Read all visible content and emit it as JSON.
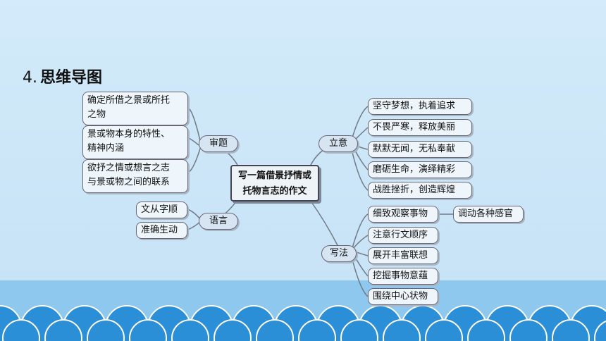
{
  "heading": {
    "number": "4.",
    "text": "思维导图"
  },
  "center": {
    "line1": "写一篇借景抒情或",
    "line2": "托物言志的作文"
  },
  "branches": {
    "shenti": {
      "label": "审题",
      "items": [
        {
          "line1": "确定所借之景或所托",
          "line2": "之物"
        },
        {
          "line1": "景或物本身的特性、",
          "line2": "精神内涵"
        },
        {
          "line1": "欲抒之情或想言之志",
          "line2": "与景或物之间的联系"
        }
      ]
    },
    "yuyan": {
      "label": "语言",
      "items": [
        "文从字顺",
        "准确生动"
      ]
    },
    "liyi": {
      "label": "立意",
      "items": [
        "坚守梦想，执着追求",
        "不畏严寒，释放美丽",
        "默默无闻，无私奉献",
        "磨砺生命，演绎精彩",
        "战胜挫折，创造辉煌"
      ]
    },
    "xiefa": {
      "label": "写法",
      "items": [
        "细致观察事物",
        "注意行文顺序",
        "展开丰富联想",
        "挖掘事物意蕴",
        "围绕中心状物"
      ],
      "sub": "调动各种感官"
    }
  },
  "colors": {
    "line": "#6f7a86",
    "box_fill": "#eef5fb",
    "pill_fill": "#d7e5f3",
    "wave": "#2a8fd6",
    "band": "#8ec8ef"
  }
}
